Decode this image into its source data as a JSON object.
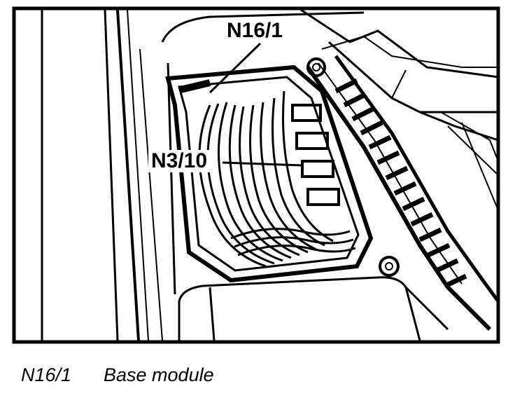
{
  "callouts": {
    "n16_1": "N16/1",
    "n3_10": "N3/10"
  },
  "caption": {
    "code": "N16/1",
    "description": "Base module"
  },
  "colors": {
    "ink": "#000000",
    "paper": "#ffffff"
  }
}
